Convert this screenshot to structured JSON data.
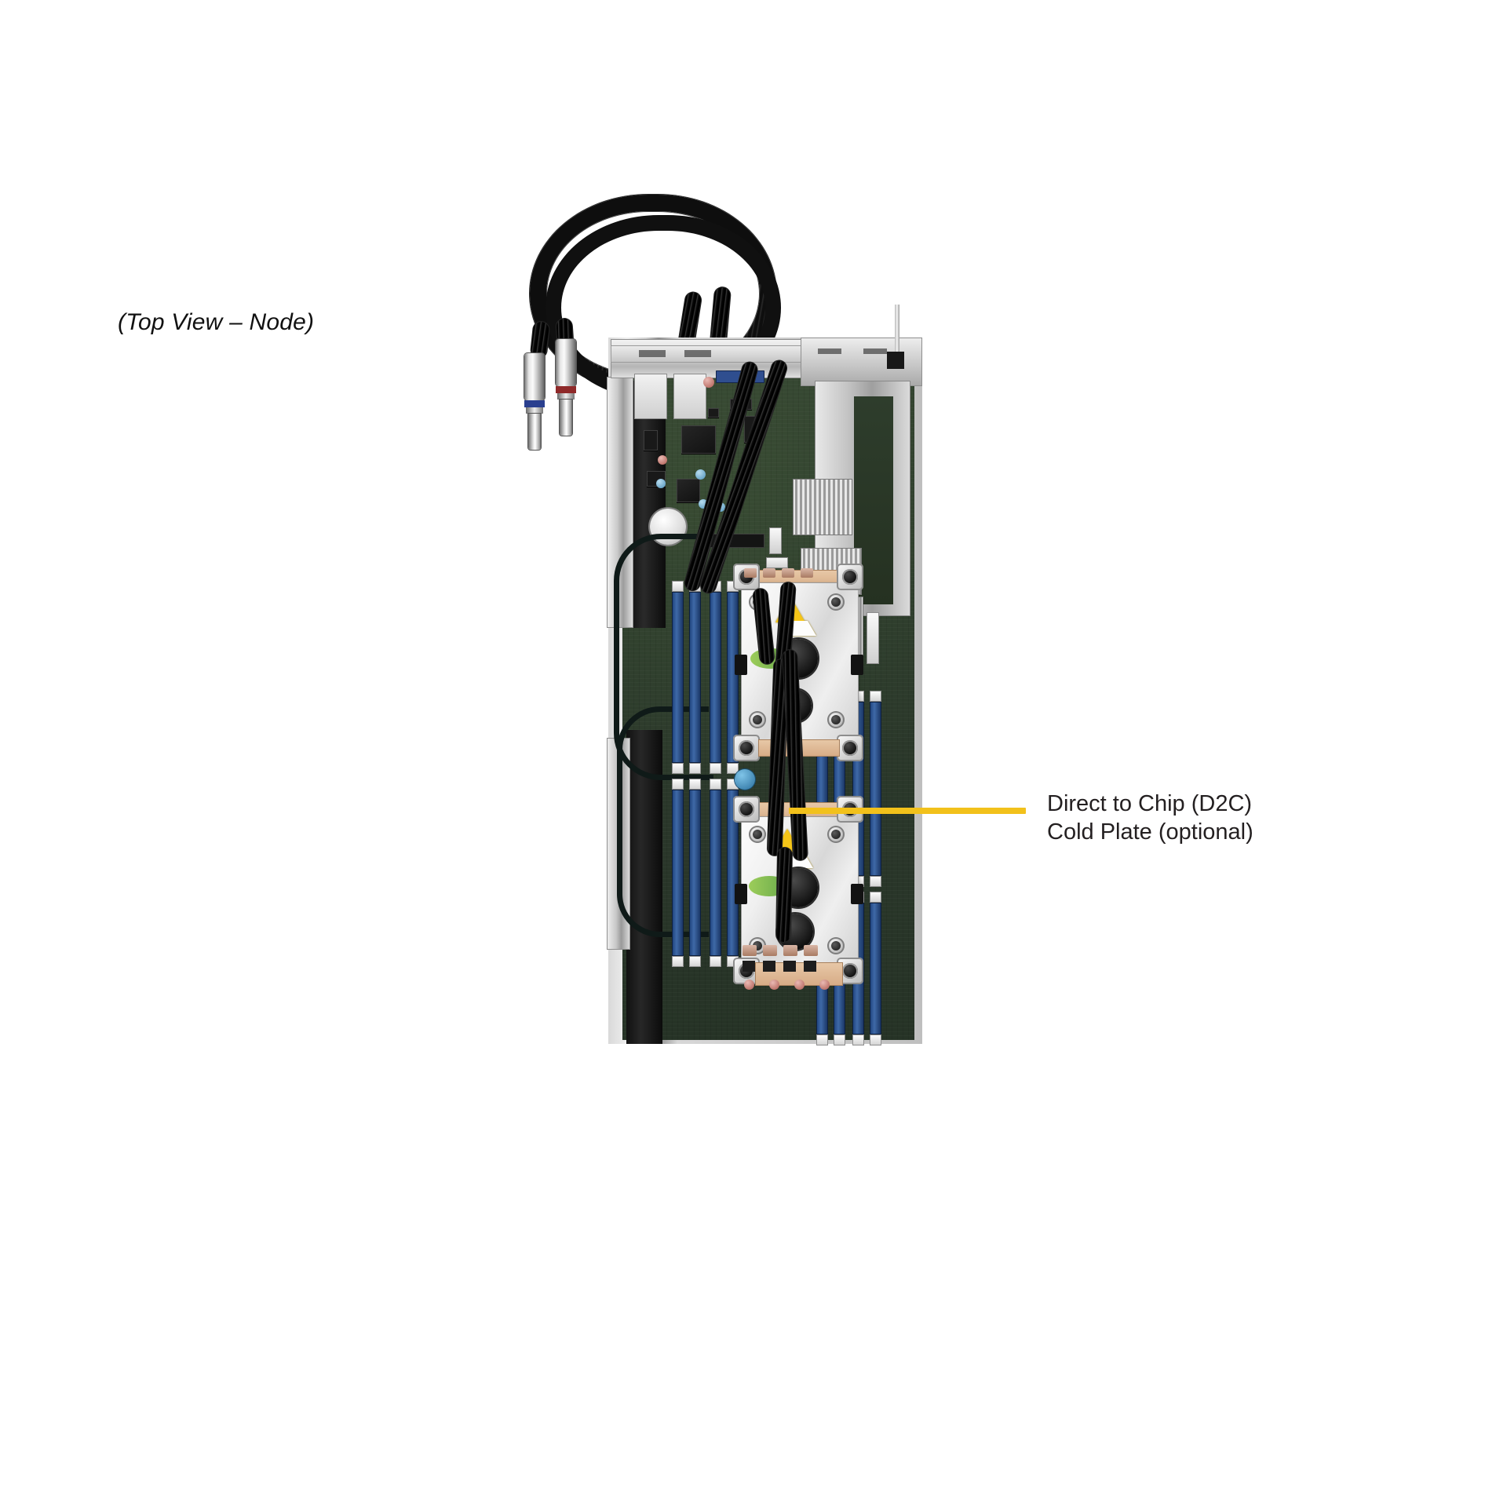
{
  "figure": {
    "view_caption": "(Top View – Node)",
    "accent_color": "#f2c11b",
    "background_color": "#ffffff"
  },
  "callouts": [
    {
      "id": "d2c-cold-plate",
      "line1": "Direct to Chip (D2C)",
      "line2": "Cold Plate (optional)",
      "leader_color": "#f2c11b"
    }
  ],
  "hardware": {
    "product_type": "Server node",
    "components": {
      "coolant_hoses": "black corrugated coolant hoses",
      "quick_disconnect_blue": "blue-banded quick disconnect fitting",
      "quick_disconnect_red": "red-banded quick disconnect fitting",
      "cold_plate_upper": "upper CPU direct-to-chip cold plate",
      "cold_plate_lower": "lower CPU direct-to-chip cold plate",
      "dimm_slots": "blue DDR DIMM memory slots",
      "motherboard": "green server motherboard",
      "io_panel": "rear I/O sheet metal panel",
      "battery": "CMOS coin cell battery",
      "handle": "node release handle"
    }
  }
}
